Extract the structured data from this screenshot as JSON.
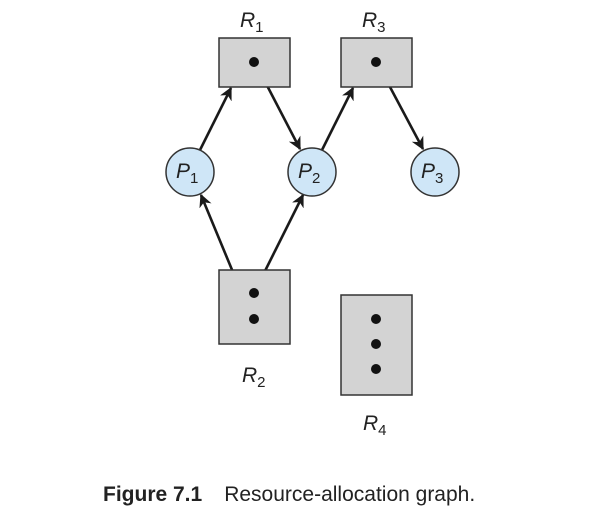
{
  "figure": {
    "caption_number": "Figure 7.1",
    "caption_text": "Resource-allocation graph."
  },
  "colors": {
    "resource_fill": "#d3d3d3",
    "resource_stroke": "#333333",
    "process_fill": "#cfe6f7",
    "process_stroke": "#333333",
    "edge": "#1a1a1a",
    "instance_dot": "#111111"
  },
  "resources": [
    {
      "id": "R1",
      "letter": "R",
      "subscript": "1",
      "instances": 1
    },
    {
      "id": "R2",
      "letter": "R",
      "subscript": "2",
      "instances": 2
    },
    {
      "id": "R3",
      "letter": "R",
      "subscript": "3",
      "instances": 1
    },
    {
      "id": "R4",
      "letter": "R",
      "subscript": "4",
      "instances": 3
    }
  ],
  "processes": [
    {
      "id": "P1",
      "letter": "P",
      "subscript": "1"
    },
    {
      "id": "P2",
      "letter": "P",
      "subscript": "2"
    },
    {
      "id": "P3",
      "letter": "P",
      "subscript": "3"
    }
  ],
  "edges": [
    {
      "from": "P1",
      "to": "R1",
      "type": "request"
    },
    {
      "from": "R1",
      "to": "P2",
      "type": "assignment"
    },
    {
      "from": "P2",
      "to": "R3",
      "type": "request"
    },
    {
      "from": "R3",
      "to": "P3",
      "type": "assignment"
    },
    {
      "from": "R2",
      "to": "P1",
      "type": "assignment"
    },
    {
      "from": "R2",
      "to": "P2",
      "type": "assignment"
    }
  ]
}
